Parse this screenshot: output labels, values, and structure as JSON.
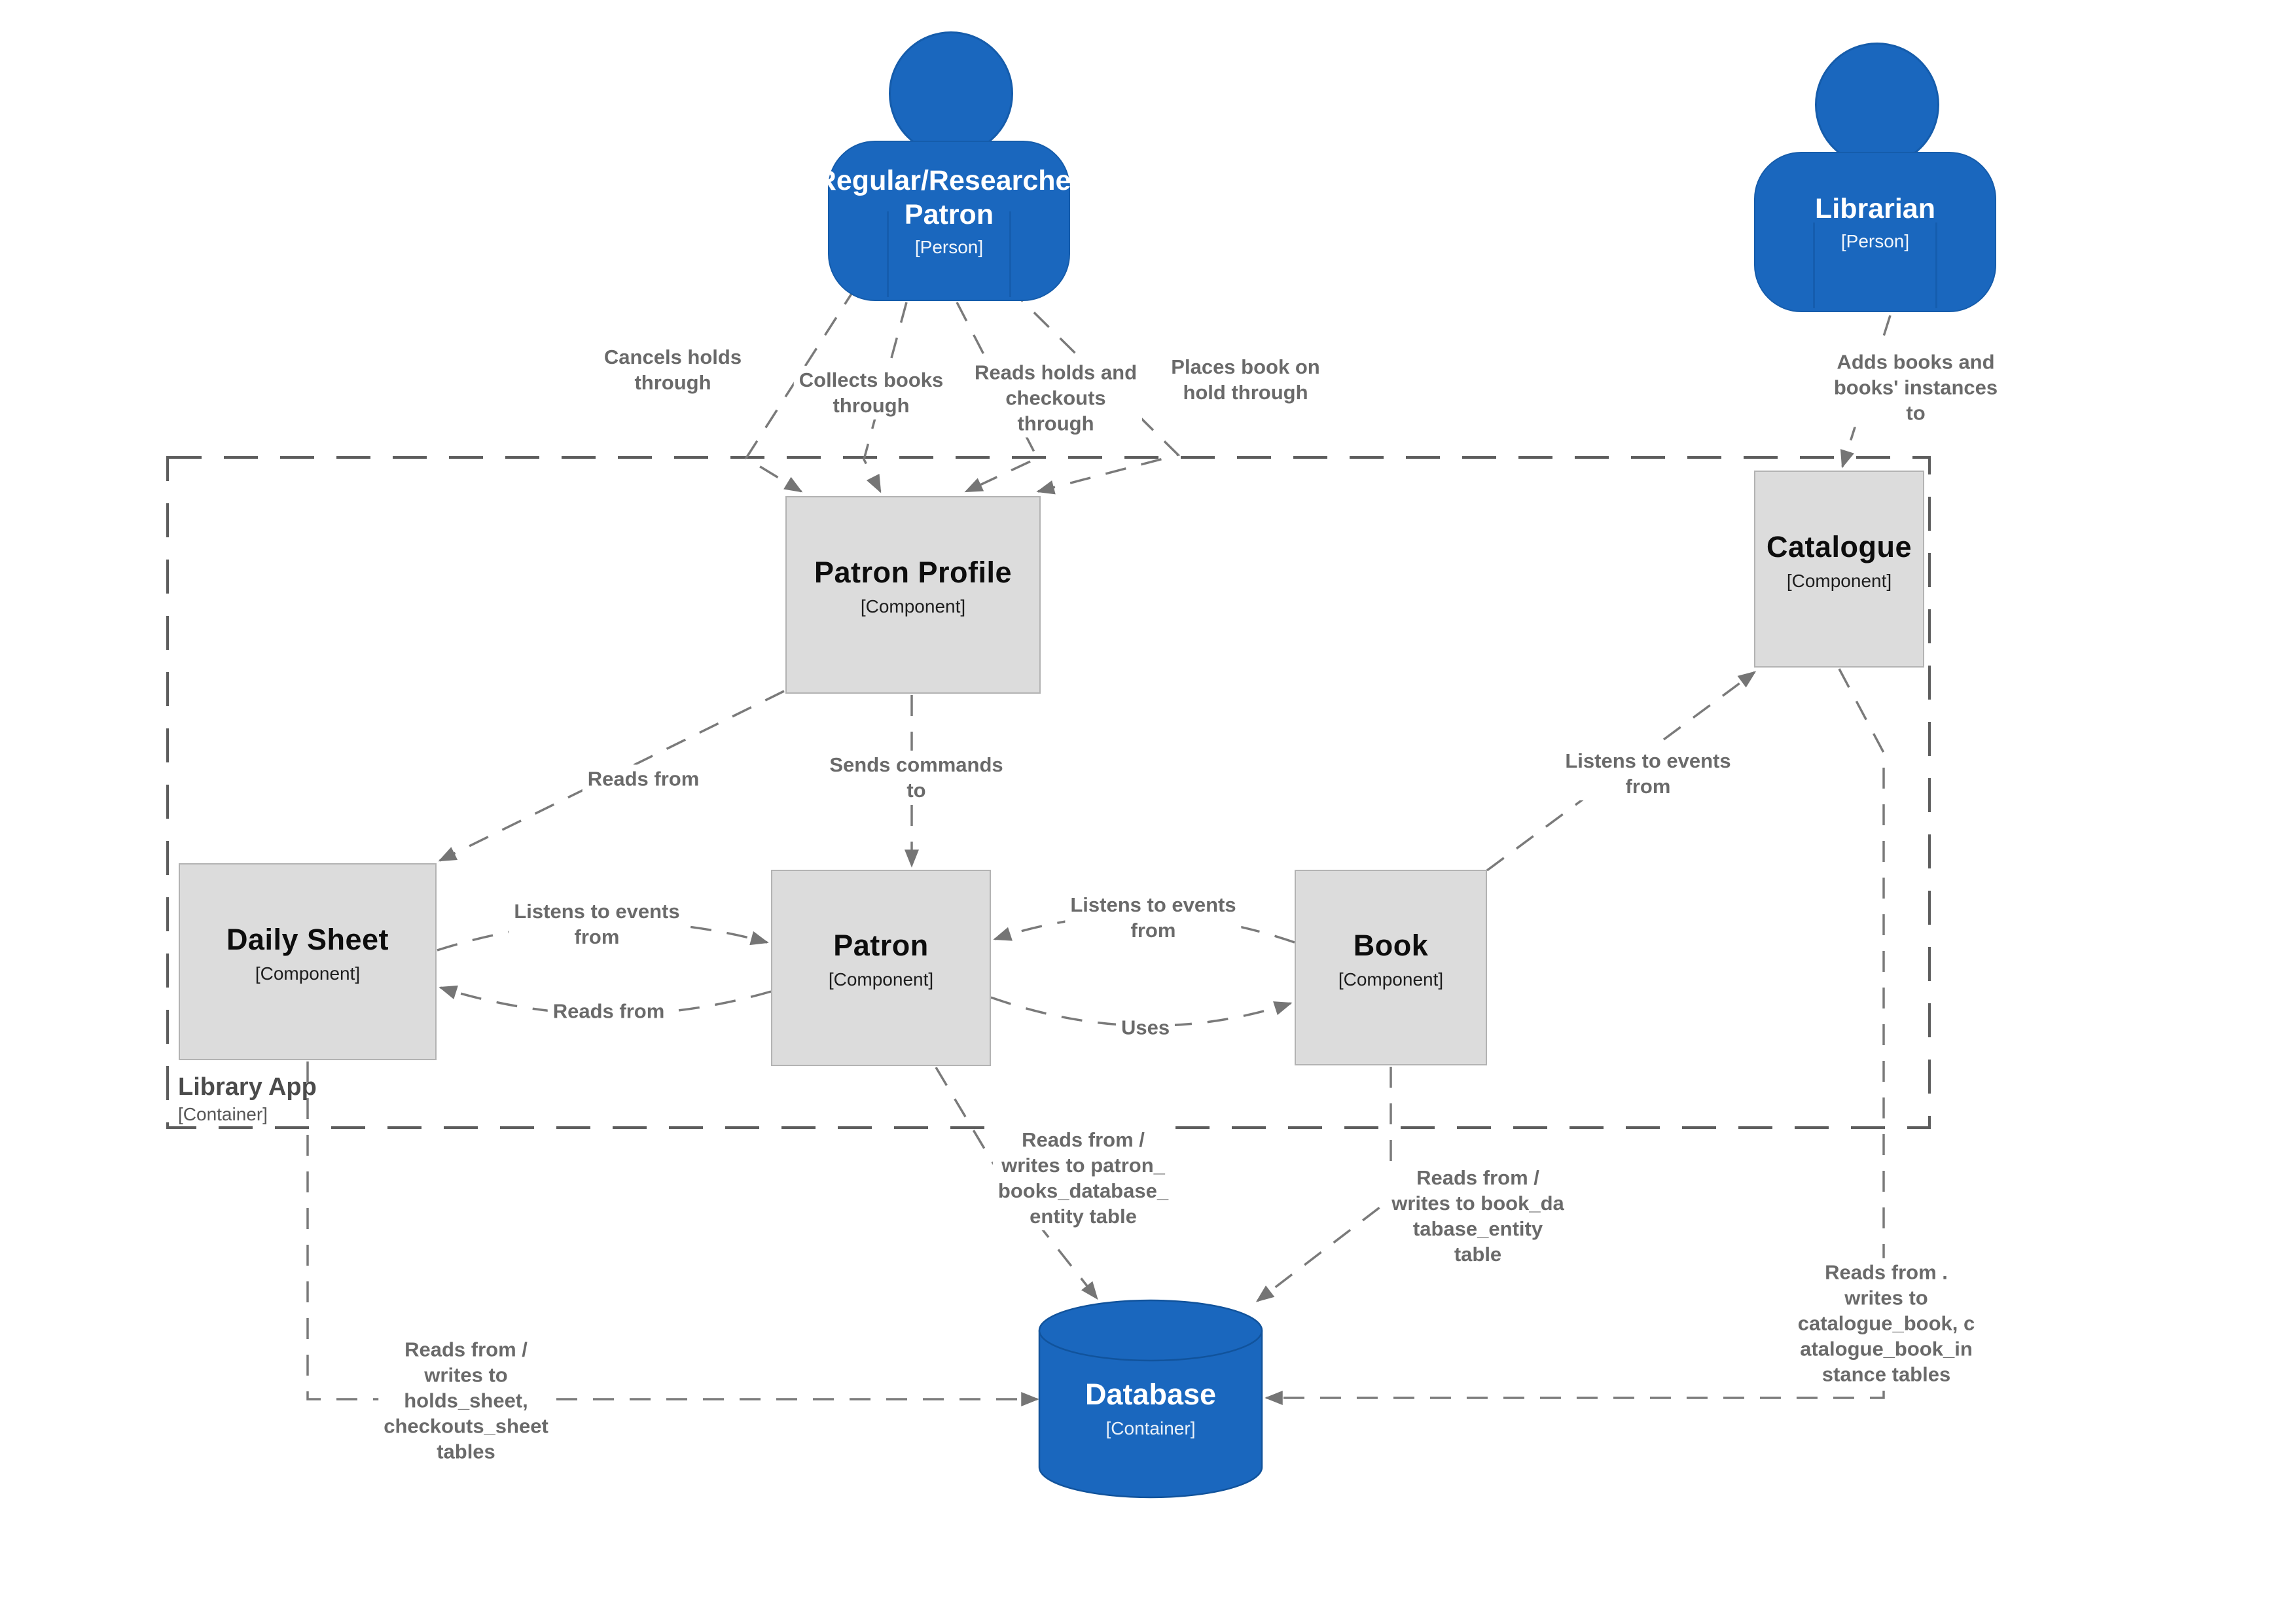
{
  "diagram": {
    "persons": {
      "patron": {
        "title": "Regular/Researcher\nPatron",
        "type": "[Person]"
      },
      "librarian": {
        "title": "Librarian",
        "type": "[Person]"
      }
    },
    "container_boundary": {
      "title": "Library App",
      "type": "[Container]"
    },
    "components": {
      "patron_profile": {
        "title": "Patron Profile",
        "type": "[Component]"
      },
      "catalogue": {
        "title": "Catalogue",
        "type": "[Component]"
      },
      "daily_sheet": {
        "title": "Daily Sheet",
        "type": "[Component]"
      },
      "patron": {
        "title": "Patron",
        "type": "[Component]"
      },
      "book": {
        "title": "Book",
        "type": "[Component]"
      }
    },
    "database": {
      "title": "Database",
      "type": "[Container]"
    },
    "edges": {
      "cancels_holds": "Cancels holds\nthrough",
      "collects_books": "Collects books\nthrough",
      "reads_holds_checkouts": "Reads holds and\ncheckouts\nthrough",
      "places_book_on_hold": "Places book on\nhold through",
      "adds_books": "Adds books and\nbooks' instances\nto",
      "profile_reads_from": "Reads from",
      "sends_commands": "Sends commands\nto",
      "sheet_listens": "Listens to events\nfrom",
      "sheet_reads_from": "Reads from",
      "book_listens_patron": "Listens to events\nfrom",
      "uses": "Uses",
      "book_listens_catalogue": "Listens to events\nfrom",
      "patron_db": "Reads from /\nwrites to patron_\nbooks_database_\nentity table",
      "book_db": "Reads from /\nwrites to book_da\ntabase_entity\ntable",
      "catalogue_db": "Reads from .\nwrites to\ncatalogue_book, c\natalogue_book_in\nstance tables",
      "daily_sheet_db": "Reads from /\nwrites to\nholds_sheet,\ncheckouts_sheet\ntables"
    },
    "colors": {
      "actor_blue": "#1a67be",
      "component_gray": "#dcdcdc",
      "edge_gray": "#767676",
      "boundary_gray": "#5c5c5c"
    }
  }
}
